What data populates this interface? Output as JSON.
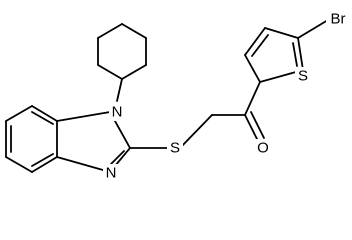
{
  "atoms": {
    "n1": "N",
    "n3": "N",
    "s_thioether": "S",
    "o_carbonyl": "O",
    "s_thiophene": "S",
    "br": "Br"
  }
}
